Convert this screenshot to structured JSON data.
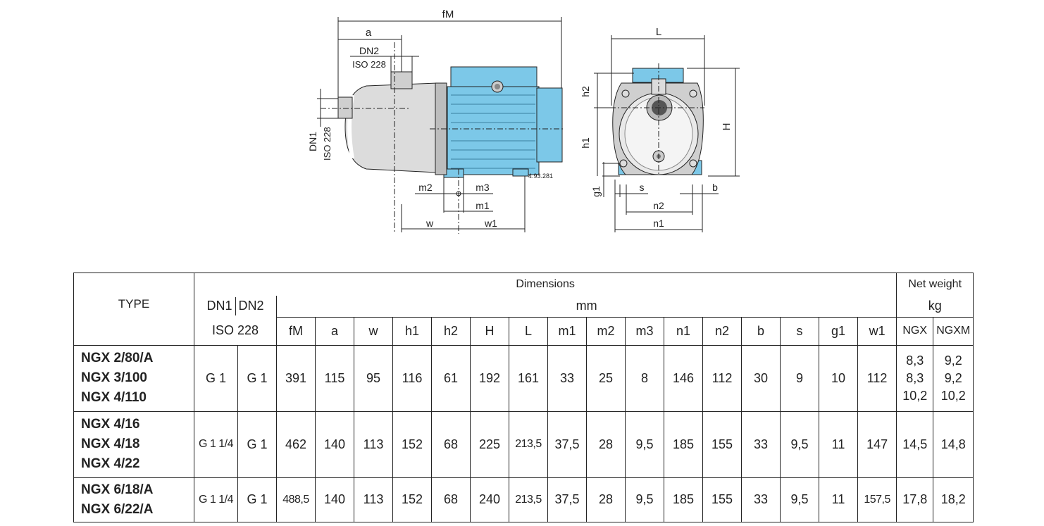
{
  "drawing": {
    "ref_code": "4.93.281",
    "labels": {
      "fM": "fM",
      "a": "a",
      "DN2": "DN2",
      "ISO228_top": "ISO 228",
      "DN1": "DN1",
      "ISO228_side": "ISO 228",
      "m2": "m2",
      "m3": "m3",
      "m1": "m1",
      "w": "w",
      "w1": "w1",
      "L": "L",
      "h2": "h2",
      "h1": "h1",
      "H": "H",
      "g1": "g1",
      "s": "s",
      "b": "b",
      "n2": "n2",
      "n1": "n1"
    },
    "colors": {
      "motor": "#7cc8e8",
      "pump": "#d9d9d9",
      "line": "#222222"
    }
  },
  "table": {
    "type_header": "TYPE",
    "dimensions_header": "Dimensions",
    "mm_header": "mm",
    "dn1_header": "DN1",
    "dn2_header": "DN2",
    "iso_header": "ISO 228",
    "net_weight_header": "Net weight",
    "kg_header": "kg",
    "ngx_header": "NGX",
    "ngxm_header": "NGXM",
    "dim_cols": [
      "fM",
      "a",
      "w",
      "h1",
      "h2",
      "H",
      "L",
      "m1",
      "m2",
      "m3",
      "n1",
      "n2",
      "b",
      "s",
      "g1",
      "w1"
    ],
    "groups": [
      {
        "types": [
          "NGX 2/80/A",
          "NGX 3/100",
          "NGX 4/110"
        ],
        "dn1": "G 1",
        "dn2": "G 1",
        "dims": [
          "391",
          "115",
          "95",
          "116",
          "61",
          "192",
          "161",
          "33",
          "25",
          "8",
          "146",
          "112",
          "30",
          "9",
          "10",
          "112"
        ],
        "ngx": [
          "8,3",
          "8,3",
          "10,2"
        ],
        "ngxm": [
          "9,2",
          "9,2",
          "10,2"
        ]
      },
      {
        "types": [
          "NGX 4/16",
          "NGX 4/18",
          "NGX 4/22"
        ],
        "dn1": "G 1 1/4",
        "dn2": "G 1",
        "dims": [
          "462",
          "140",
          "113",
          "152",
          "68",
          "225",
          "213,5",
          "37,5",
          "28",
          "9,5",
          "185",
          "155",
          "33",
          "9,5",
          "11",
          "147"
        ],
        "ngx": [
          "14,5"
        ],
        "ngxm": [
          "14,8"
        ]
      },
      {
        "types": [
          "NGX 6/18/A",
          "NGX 6/22/A"
        ],
        "dn1": "G 1 1/4",
        "dn2": "G 1",
        "dims": [
          "488,5",
          "140",
          "113",
          "152",
          "68",
          "240",
          "213,5",
          "37,5",
          "28",
          "9,5",
          "185",
          "155",
          "33",
          "9,5",
          "11",
          "157,5"
        ],
        "ngx": [
          "17,8"
        ],
        "ngxm": [
          "18,2"
        ]
      }
    ]
  }
}
